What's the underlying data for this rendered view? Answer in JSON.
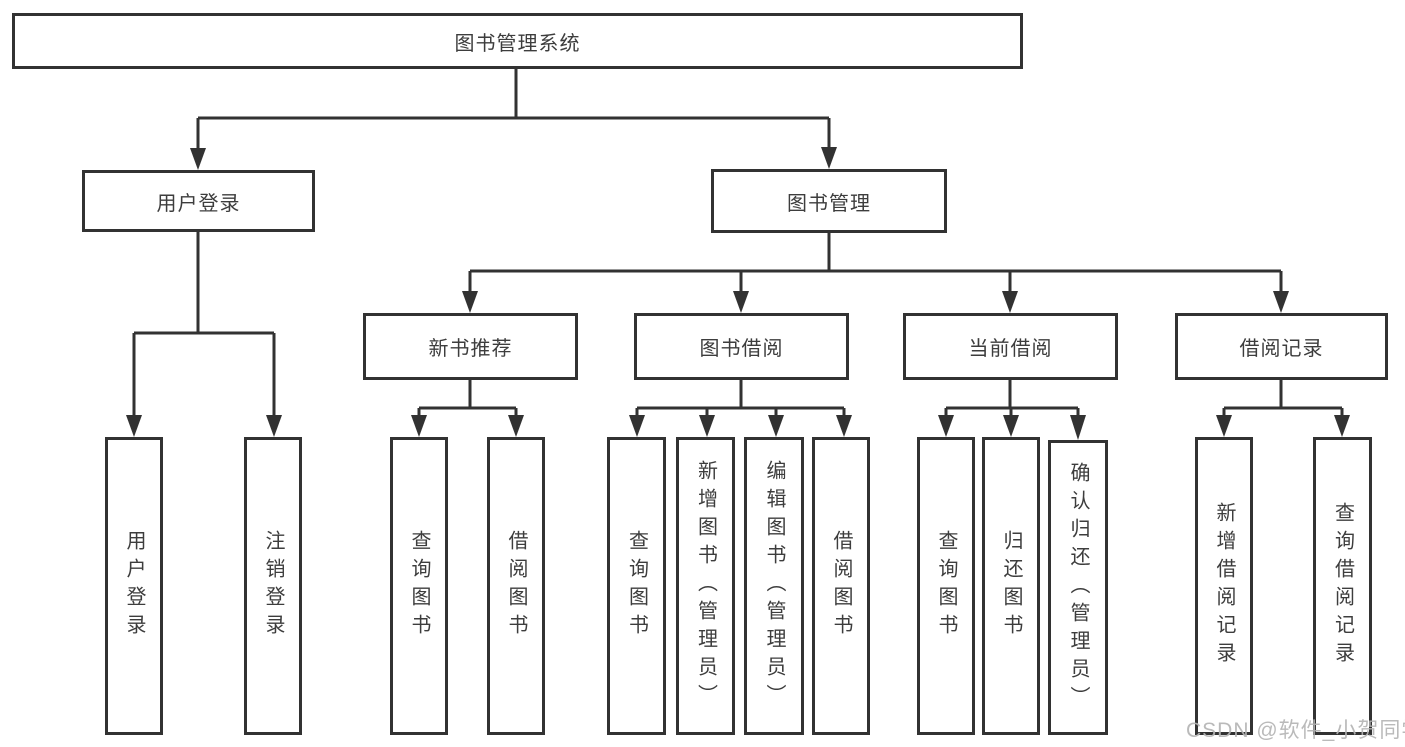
{
  "diagram_type": "org-tree",
  "colors": {
    "line": "#323232",
    "text": "#3d3d3d",
    "background": "#ffffff",
    "watermark": "#b5b5b5"
  },
  "watermark": {
    "text": "CSDN @软件_小贺同学"
  },
  "tree": {
    "label": "图书管理系统",
    "children": [
      {
        "label": "用户登录",
        "children": [
          {
            "label": "用户登录"
          },
          {
            "label": "注销登录"
          }
        ]
      },
      {
        "label": "图书管理",
        "children": [
          {
            "label": "新书推荐",
            "children": [
              {
                "label": "查询图书"
              },
              {
                "label": "借阅图书"
              }
            ]
          },
          {
            "label": "图书借阅",
            "children": [
              {
                "label": "查询图书"
              },
              {
                "label": "新增图书（管理员）"
              },
              {
                "label": "编辑图书（管理员）"
              },
              {
                "label": "借阅图书"
              }
            ]
          },
          {
            "label": "当前借阅",
            "children": [
              {
                "label": "查询图书"
              },
              {
                "label": "归还图书"
              },
              {
                "label": "确认归还（管理员）"
              }
            ]
          },
          {
            "label": "借阅记录",
            "children": [
              {
                "label": "新增借阅记录"
              },
              {
                "label": "查询借阅记录"
              }
            ]
          }
        ]
      }
    ]
  }
}
